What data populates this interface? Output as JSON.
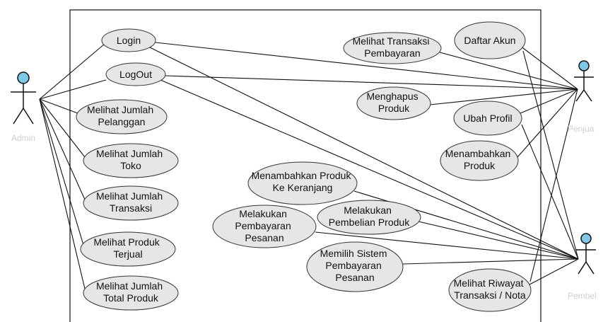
{
  "diagram": {
    "actors": [
      {
        "id": "admin",
        "label": "Admin"
      },
      {
        "id": "penjual",
        "label": "Penjua"
      },
      {
        "id": "pembeli",
        "label": "Pembel"
      }
    ],
    "use_cases": [
      {
        "id": "login",
        "lines": [
          "Login"
        ]
      },
      {
        "id": "logout",
        "lines": [
          "LogOut"
        ]
      },
      {
        "id": "melihat-jumlah-pelanggan",
        "lines": [
          "Melihat Jumlah",
          "Pelanggan"
        ]
      },
      {
        "id": "melihat-jumlah-toko",
        "lines": [
          "Melihat Jumlah",
          "Toko"
        ]
      },
      {
        "id": "melihat-jumlah-transaksi",
        "lines": [
          "Melihat Jumlah",
          "Transaksi"
        ]
      },
      {
        "id": "melihat-produk-terjual",
        "lines": [
          "Melihat Produk",
          "Terjual"
        ]
      },
      {
        "id": "melihat-jumlah-total-produk",
        "lines": [
          "Melihat Jumlah",
          "Total Produk"
        ]
      },
      {
        "id": "melihat-transaksi-pembayaran",
        "lines": [
          "Melihat Transaksi",
          "Pembayaran"
        ]
      },
      {
        "id": "daftar-akun",
        "lines": [
          "Daftar Akun"
        ]
      },
      {
        "id": "menghapus-produk",
        "lines": [
          "Menghapus",
          "Produk"
        ]
      },
      {
        "id": "ubah-profil",
        "lines": [
          "Ubah Profil"
        ]
      },
      {
        "id": "menambahkan-produk",
        "lines": [
          "Menambahkan",
          "Produk"
        ]
      },
      {
        "id": "menambahkan-produk-ke-keranjang",
        "lines": [
          "Menambahkan Produk",
          "Ke Keranjang"
        ]
      },
      {
        "id": "melakukan-pembayaran-pesanan",
        "lines": [
          "Melakukan",
          "Pembayaran",
          "Pesanan"
        ]
      },
      {
        "id": "melakukan-pembelian-produk",
        "lines": [
          "Melakukan",
          "Pembelian Produk"
        ]
      },
      {
        "id": "memilih-sistem-pembayaran-pesanan",
        "lines": [
          "Memilih Sistem",
          "Pembayaran",
          "Pesanan"
        ]
      },
      {
        "id": "melihat-riwayat-transaksi-nota",
        "lines": [
          "Melihat Riwayat",
          "Transaksi / Nota"
        ]
      }
    ],
    "associations": [
      [
        "admin",
        "login"
      ],
      [
        "admin",
        "logout"
      ],
      [
        "admin",
        "melihat-jumlah-pelanggan"
      ],
      [
        "admin",
        "melihat-jumlah-toko"
      ],
      [
        "admin",
        "melihat-jumlah-transaksi"
      ],
      [
        "admin",
        "melihat-produk-terjual"
      ],
      [
        "admin",
        "melihat-jumlah-total-produk"
      ],
      [
        "penjual",
        "login"
      ],
      [
        "penjual",
        "logout"
      ],
      [
        "penjual",
        "melihat-transaksi-pembayaran"
      ],
      [
        "penjual",
        "daftar-akun"
      ],
      [
        "penjual",
        "menghapus-produk"
      ],
      [
        "penjual",
        "ubah-profil"
      ],
      [
        "penjual",
        "menambahkan-produk"
      ],
      [
        "penjual",
        "melihat-riwayat-transaksi-nota"
      ],
      [
        "pembeli",
        "login"
      ],
      [
        "pembeli",
        "logout"
      ],
      [
        "pembeli",
        "daftar-akun"
      ],
      [
        "pembeli",
        "ubah-profil"
      ],
      [
        "pembeli",
        "menambahkan-produk-ke-keranjang"
      ],
      [
        "pembeli",
        "melakukan-pembelian-produk"
      ],
      [
        "pembeli",
        "melakukan-pembayaran-pesanan"
      ],
      [
        "pembeli",
        "memilih-sistem-pembayaran-pesanan"
      ],
      [
        "pembeli",
        "melihat-riwayat-transaksi-nota"
      ]
    ]
  }
}
